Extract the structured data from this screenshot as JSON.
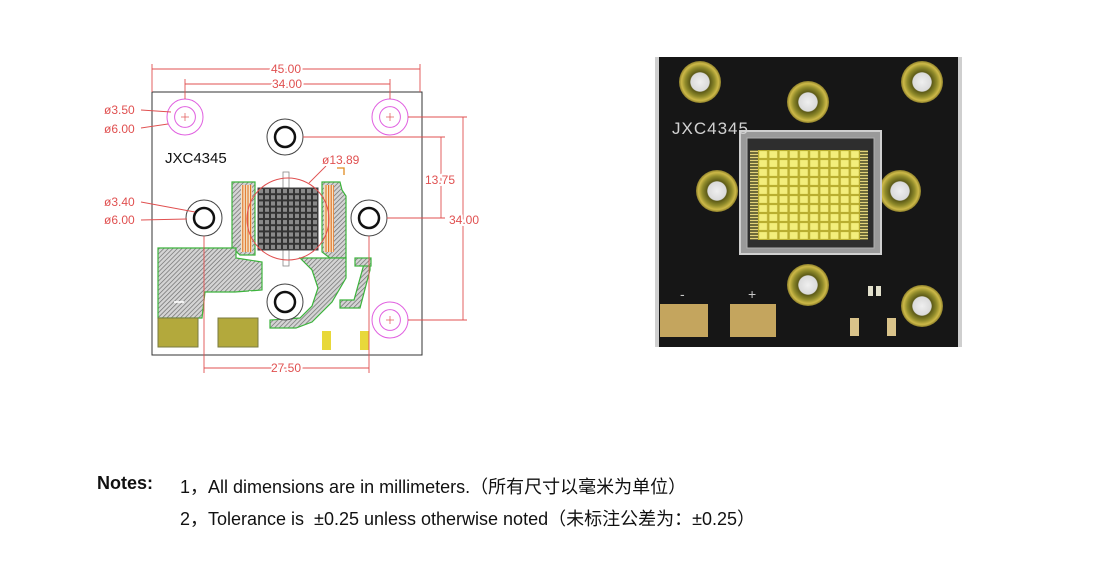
{
  "drawing": {
    "model_label": "JXC4345",
    "dimensions": {
      "overall_width": "45.00",
      "mount_hole_spacing_horizontal": "34.00",
      "center_hole_spacing_horizontal": "27.50",
      "center_hole_vertical_offset": "13.75",
      "mount_hole_spacing_vertical": "34.00",
      "led_circle_diameter": "ø13.89"
    },
    "mount_hole": {
      "inner_diameter": "ø3.50",
      "outer_diameter": "ø6.00"
    },
    "center_hole": {
      "inner_diameter": "ø3.40",
      "outer_diameter": "ø6.00"
    }
  },
  "photo": {
    "model_label": "JXC4345",
    "negative_mark": "-",
    "positive_mark": "+"
  },
  "notes": {
    "heading": "Notes:",
    "items": [
      "1，All dimensions are in millimeters.（所有尺寸以毫米为单位）",
      "2，Tolerance is  ±0.25 unless otherwise noted（未标注公差为：±0.25）"
    ]
  },
  "colors": {
    "dimension_red": "#e05050",
    "mount_hole_pink": "#e060e0",
    "copper_outline_green": "#3cb43c",
    "pad_olive": "#b3a93c",
    "pad_yellow": "#e8d83a",
    "photo_pad_gold": "#c4a55e"
  }
}
